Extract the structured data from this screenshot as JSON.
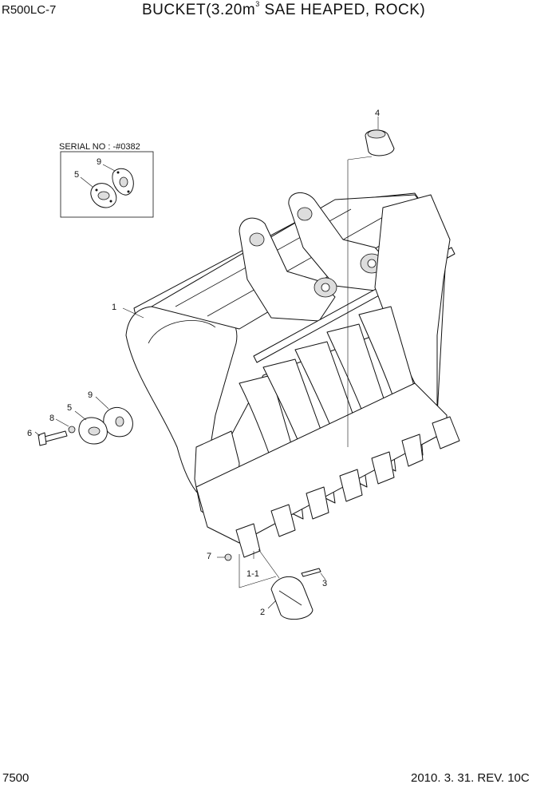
{
  "header": {
    "model": "R500LC-7",
    "title_main": "BUCKET(3.20m",
    "title_sup": "3",
    "title_rest": " SAE HEAPED, ROCK)"
  },
  "inset": {
    "serial_label": "SERIAL NO : -#0382"
  },
  "callouts": [
    "1",
    "1-1",
    "2",
    "3",
    "4",
    "5",
    "6",
    "7",
    "8",
    "9"
  ],
  "inset_callouts": [
    "5",
    "9"
  ],
  "footer": {
    "page_number": "7500",
    "revision": "2010. 3. 31. REV. 10C"
  }
}
